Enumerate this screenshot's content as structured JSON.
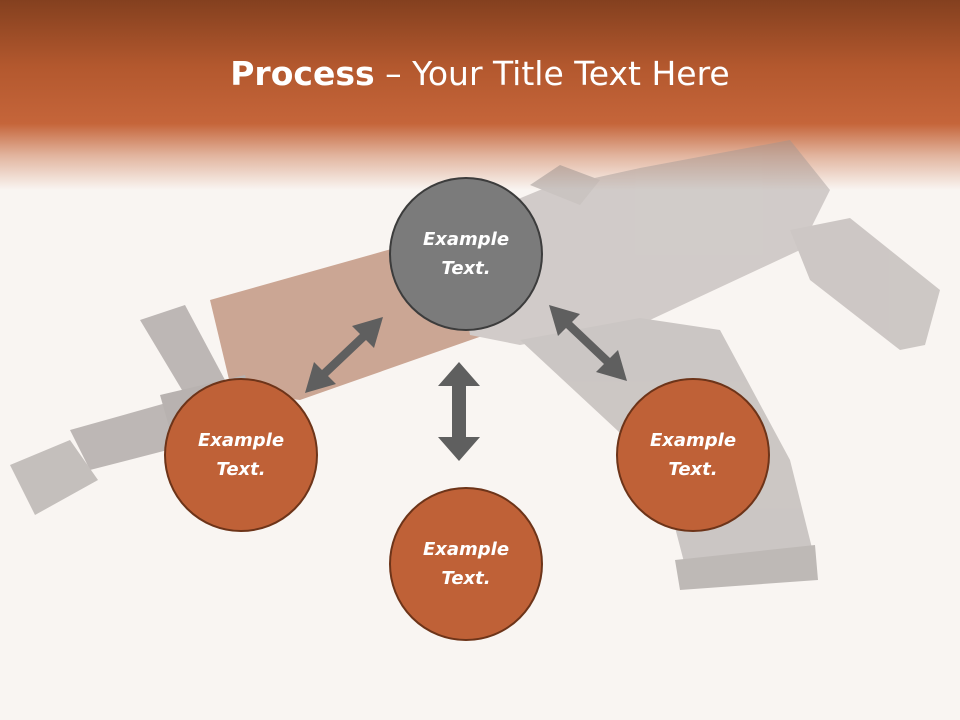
{
  "slide": {
    "title_bold": "Process",
    "title_rest": " – Your Title Text Here"
  },
  "process": {
    "center": "Example\nText.",
    "left": "Example\nText.",
    "right": "Example\nText.",
    "bottom": "Example\nText."
  },
  "colors": {
    "header_dark": "#84401f",
    "header_mid": "#c5653a",
    "circle_center": "#7b7b7b",
    "circle_outer": "#bf6137",
    "arrow": "#5f5f5f"
  },
  "background_picture": "rifle"
}
